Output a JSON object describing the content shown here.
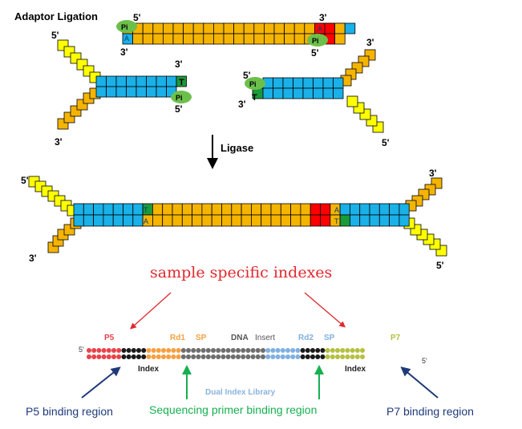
{
  "title": "Adaptor Ligation",
  "ends": {
    "five": "5'",
    "three": "3'"
  },
  "pi": "Pi",
  "bases": {
    "t": "T",
    "a": "A"
  },
  "ligase": "Ligase",
  "index_heading": "sample specific indexes",
  "library": {
    "p5": "P5",
    "rd1": "Rd1",
    "sp1": "SP",
    "insert_word1": "DNA",
    "insert_word2": "Insert",
    "rd2": "Rd2",
    "sp2": "SP",
    "p7": "P7",
    "index_left": "Index",
    "index_right": "Index",
    "five": "5'",
    "caption": "Dual Index Library"
  },
  "regions": {
    "p5": "P5 binding region",
    "seq": "Sequencing primer binding region",
    "p7": "P7 binding region"
  },
  "colors": {
    "orange": "#f5b400",
    "blue": "#1ab0e8",
    "red": "#ff0000",
    "green": "#1a9a3a",
    "yellow": "#ffff00",
    "pi": "#6cc04a",
    "dot_red": "#e8434a",
    "dot_black": "#1a1a1a",
    "dot_orange": "#f5a040",
    "dot_gray": "#6e6e6e",
    "dot_blue": "#7fb0e0",
    "dot_olive": "#b5c040",
    "navy": "#1f3a7a",
    "seq_green": "#16b050",
    "heading_red": "#e0282e",
    "lib_caption": "#8ab4e0"
  }
}
